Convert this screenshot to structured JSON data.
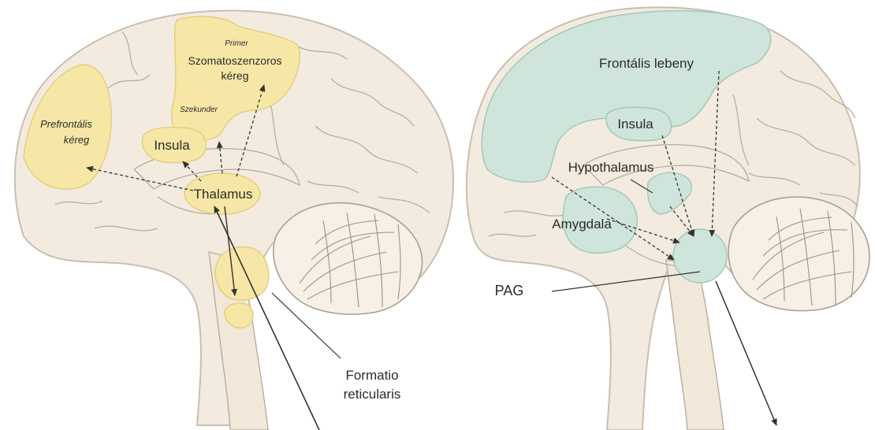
{
  "left_panel": {
    "labels": {
      "prefrontal_line1": "Prefrontális",
      "prefrontal_line2": "kéreg",
      "primer": "Primer",
      "somatosensory_line1": "Szomatoszenzoros",
      "somatosensory_line2": "kéreg",
      "szekunder": "Szekunder",
      "insula": "Insula",
      "thalamus": "Thalamus",
      "formatio_line1": "Formatio",
      "formatio_line2": "reticularis"
    }
  },
  "right_panel": {
    "labels": {
      "frontal_lobe": "Frontális lebeny",
      "insula": "Insula",
      "hypothalamus": "Hypothalamus",
      "amygdala": "Amygdala",
      "pag": "PAG"
    }
  },
  "colors": {
    "brain_fill": "#f3ebdf",
    "brain_stroke": "#c9bfb1",
    "left_highlight": "#f7e7a6",
    "left_highlight_stroke": "#e2cd7c",
    "right_highlight": "#cfe5dc",
    "right_highlight_stroke": "#9fc6b6",
    "arrow": "#333333"
  }
}
